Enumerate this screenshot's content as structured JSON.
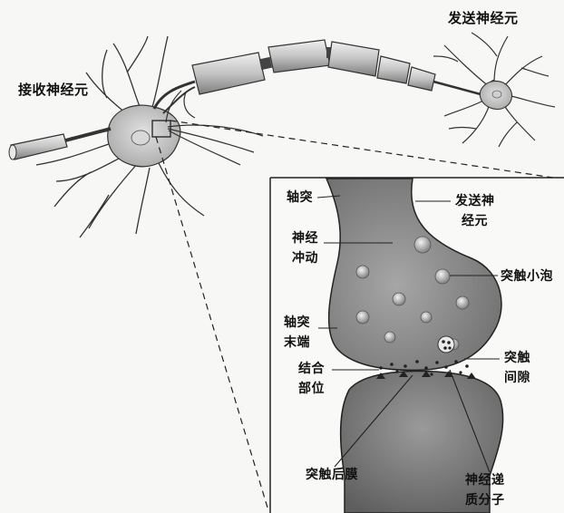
{
  "labels": {
    "receiving_neuron": "接收神经元",
    "sending_neuron": "发送神经元",
    "axon": "轴突",
    "sending_neuron_inset_1": "发送神",
    "sending_neuron_inset_2": "经元",
    "nerve_impulse_1": "神经",
    "nerve_impulse_2": "冲动",
    "synaptic_vesicle": "突触小泡",
    "axon_terminal_1": "轴突",
    "axon_terminal_2": "末端",
    "synaptic_cleft_1": "突触",
    "synaptic_cleft_2": "间隙",
    "binding_site_1": "结合",
    "binding_site_2": "部位",
    "postsynaptic_membrane": "突触后膜",
    "neurotransmitter_1": "神经递",
    "neurotransmitter_2": "质分子"
  },
  "colors": {
    "background": "#f7f7f5",
    "cell_body": "#bdbdbd",
    "terminal": "#8e8e8e",
    "outline": "#222222"
  }
}
